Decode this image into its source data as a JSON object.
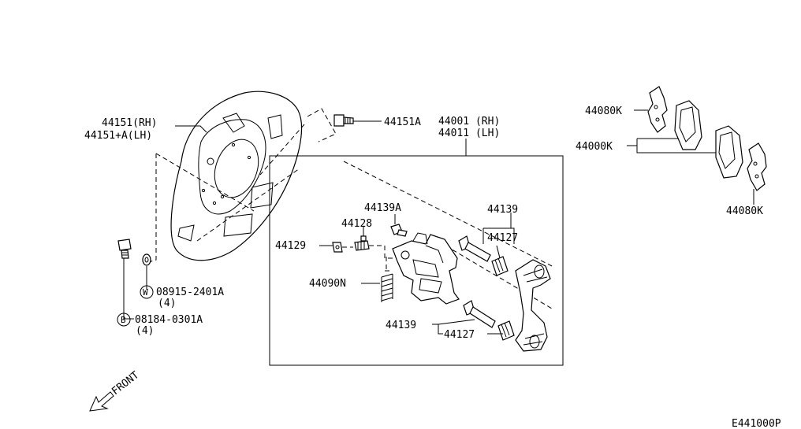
{
  "callouts": {
    "shield_rh": "44151(RH)",
    "shield_lh": "44151+A(LH)",
    "bolt_44151a": "44151A",
    "caliper_rh": "44001 (RH)",
    "caliper_lh": "44011 (LH)",
    "shim_top": "44080K",
    "pad_kit": "44000K",
    "shim_bottom": "44080K",
    "bleeder_cap": "44139A",
    "bleeder": "44128",
    "hose": "44129",
    "spring": "44090N",
    "pin_top": "44139",
    "boot_top": "44127",
    "pin_bottom": "44139",
    "boot_bottom": "44127",
    "washer_part": "08915-2401A",
    "washer_qty": "(4)",
    "washer_mark": "W",
    "bolt_part": "08184-0301A",
    "bolt_qty": "(4)",
    "bolt_mark": "B",
    "front_label": "FRONT",
    "figure_code": "E441000P"
  },
  "icons": [
    "front-arrow-icon",
    "washer-w-icon",
    "bolt-b-icon"
  ]
}
